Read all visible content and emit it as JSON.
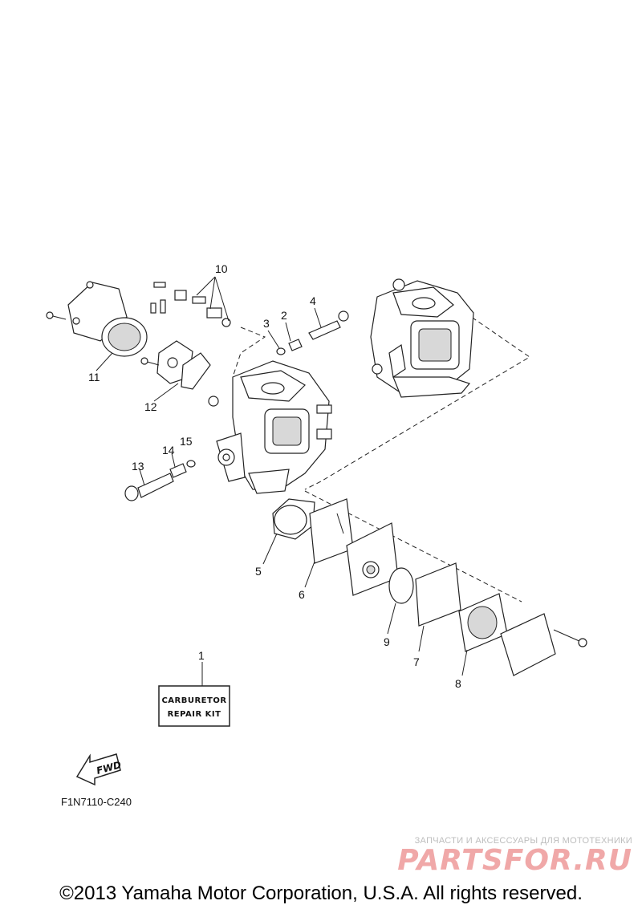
{
  "callouts": {
    "c1": "1",
    "c2": "2",
    "c3": "3",
    "c4": "4",
    "c5": "5",
    "c6": "6",
    "c7": "7",
    "c8": "8",
    "c9": "9",
    "c10": "10",
    "c11": "11",
    "c12": "12",
    "c13": "13",
    "c14": "14",
    "c15": "15"
  },
  "repair_kit": {
    "line1": "CARBURETOR",
    "line2": "REPAIR KIT"
  },
  "fwd_label": "FWD",
  "diagram_code": "F1N7110-C240",
  "watermark": {
    "line1": "ЗАПЧАСТИ И АКСЕССУАРЫ ДЛЯ МОТОТЕХНИКИ",
    "line2": "PARTSFOR.RU",
    "color": "#f0a8a8"
  },
  "copyright": "©2013 Yamaha Motor Corporation, U.S.A. All rights reserved."
}
